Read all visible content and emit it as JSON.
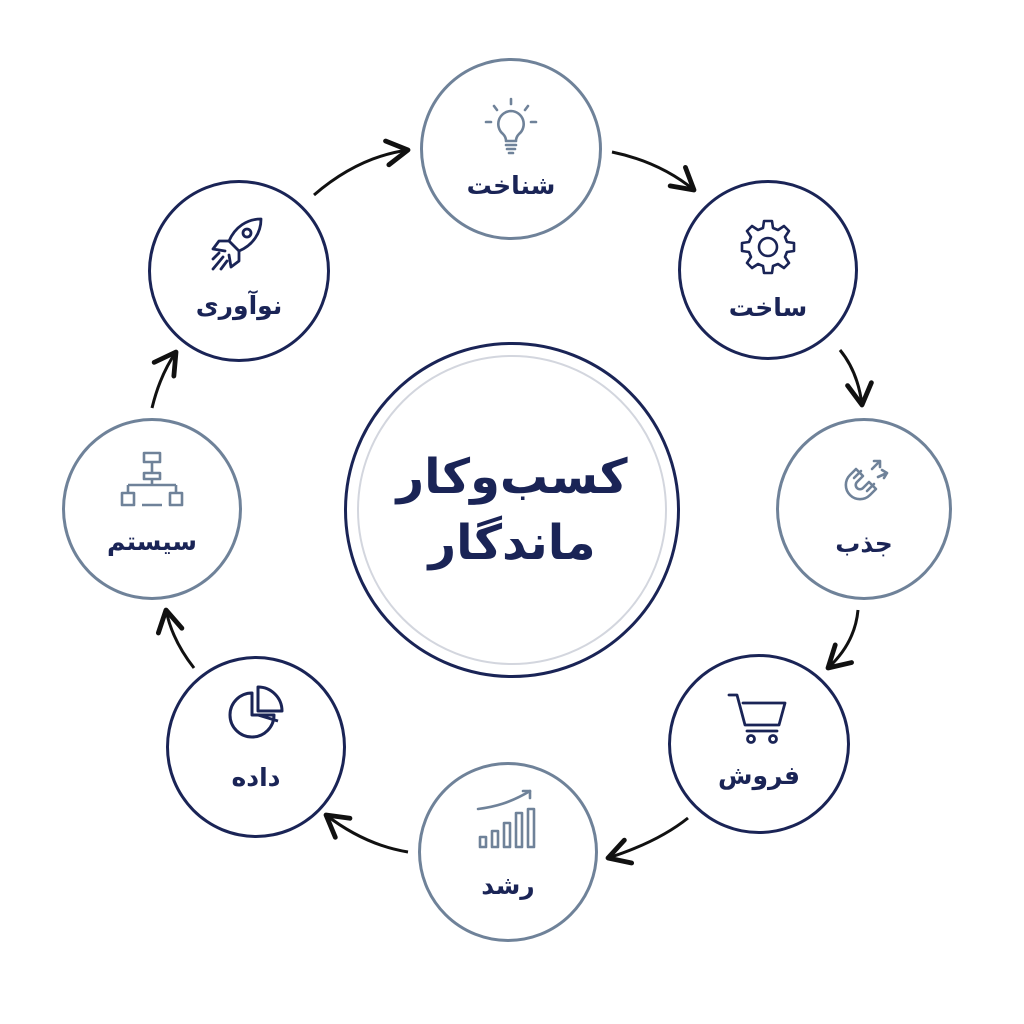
{
  "center": {
    "line1": "کسب‌وکار",
    "line2": "ماندگار"
  },
  "steps": [
    {
      "label": "شناخت",
      "icon": "lightbulb-icon"
    },
    {
      "label": "ساخت",
      "icon": "gear-icon"
    },
    {
      "label": "جذب",
      "icon": "magnet-icon"
    },
    {
      "label": "فروش",
      "icon": "shopping-cart-icon"
    },
    {
      "label": "رشد",
      "icon": "growth-chart-icon"
    },
    {
      "label": "داده",
      "icon": "pie-chart-icon"
    },
    {
      "label": "سیستم",
      "icon": "hierarchy-icon"
    },
    {
      "label": "نوآوری",
      "icon": "rocket-icon"
    }
  ],
  "colors": {
    "navy": "#1a2456",
    "slate": "#6f8299",
    "arrow": "#111111"
  }
}
